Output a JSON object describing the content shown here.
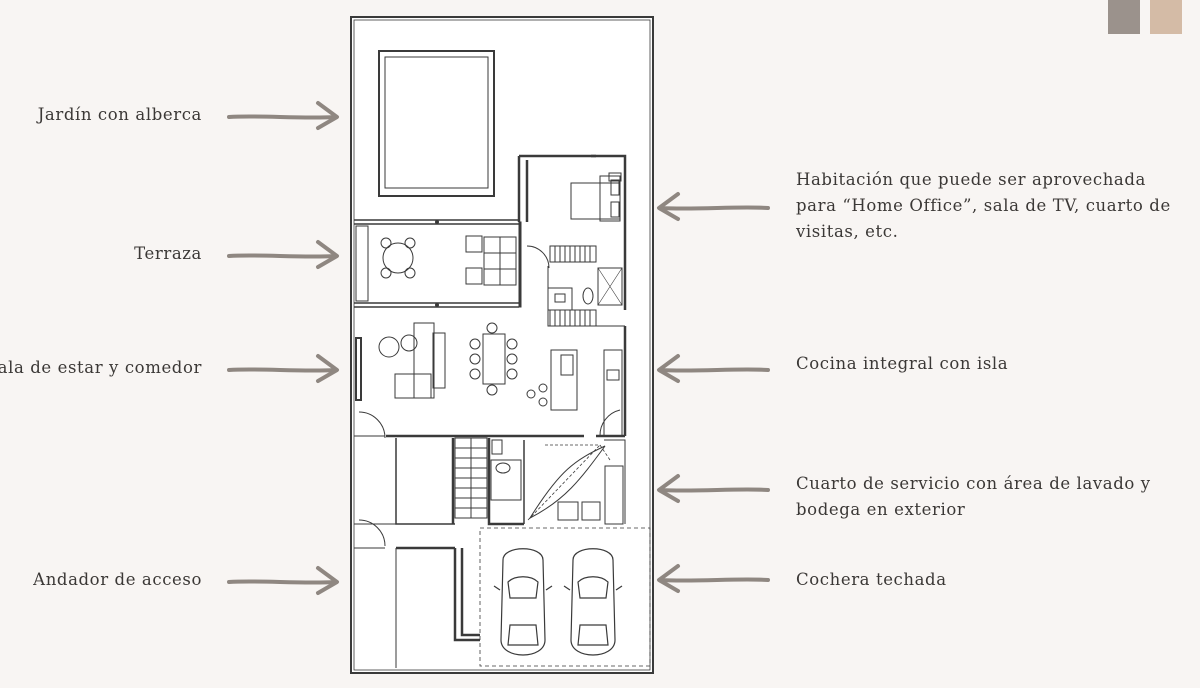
{
  "swatches": [
    "#9b928c",
    "#d4bba6"
  ],
  "left_labels": [
    {
      "id": "jardin",
      "text": "Jardín con alberca"
    },
    {
      "id": "terraza",
      "text": "Terraza"
    },
    {
      "id": "sala",
      "text": "Sala de estar y comedor"
    },
    {
      "id": "andador",
      "text": "Andador de acceso"
    }
  ],
  "right_labels": [
    {
      "id": "habitacion",
      "lines": [
        "Habitación que puede ser aprovechada",
        "para “Home Office”, sala de TV, cuarto de",
        "visitas, etc."
      ]
    },
    {
      "id": "cocina",
      "lines": [
        "Cocina integral con isla"
      ]
    },
    {
      "id": "servicio",
      "lines": [
        "Cuarto de servicio con área de lavado y",
        "bodega en exterior"
      ]
    },
    {
      "id": "cochera",
      "lines": [
        "Cochera techada"
      ]
    }
  ],
  "colors": {
    "arrow": "#8f8781",
    "wall": "#3a3a3a",
    "text": "#3b3836",
    "background": "#f8f5f3"
  }
}
